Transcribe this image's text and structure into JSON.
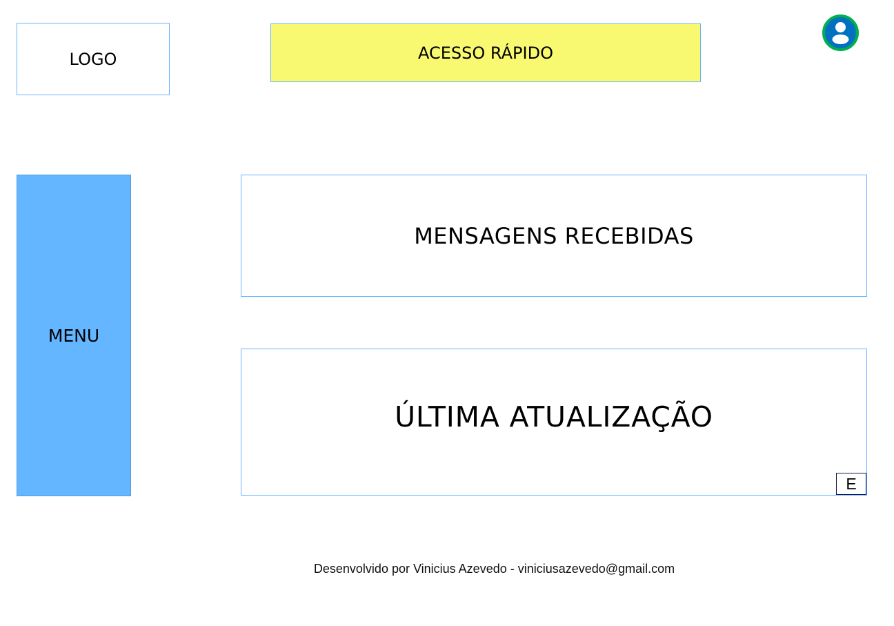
{
  "header": {
    "logo_label": "LOGO",
    "quick_access_label": "ACESSO RÁPIDO",
    "user_avatar_icon": "user-icon",
    "colors": {
      "quick_access_bg": "#f8f871",
      "avatar_ring": "#00b050",
      "avatar_fill": "#0070c0"
    }
  },
  "sidebar": {
    "menu_label": "MENU",
    "color": "#63b6ff"
  },
  "main": {
    "messages_panel_title": "MENSAGENS RECEBIDAS",
    "update_panel_title": "ÚLTIMA ATUALIZAÇÃO",
    "edit_button_label": "E"
  },
  "footer": {
    "credit_text": "Desenvolvido por Vinicius Azevedo - viniciusazevedo@gmail.com"
  }
}
